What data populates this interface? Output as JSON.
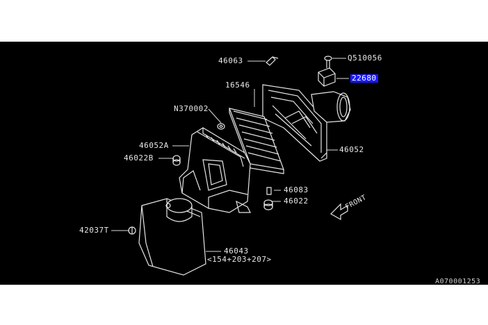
{
  "diagram": {
    "callouts": {
      "c46063": "46063",
      "cQ510056": "Q510056",
      "c22680": "22680",
      "c16546": "16546",
      "cN370002": "N370002",
      "c46052A": "46052A",
      "c46022B": "46022B",
      "c46052": "46052",
      "c46083": "46083",
      "c46022": "46022",
      "c42037T": "42037T",
      "c46043": "46043",
      "c46043_note": "<154+203+207>",
      "front": "FRONT",
      "ref_code": "A070001253"
    },
    "highlight_color": "#1a1aff"
  }
}
